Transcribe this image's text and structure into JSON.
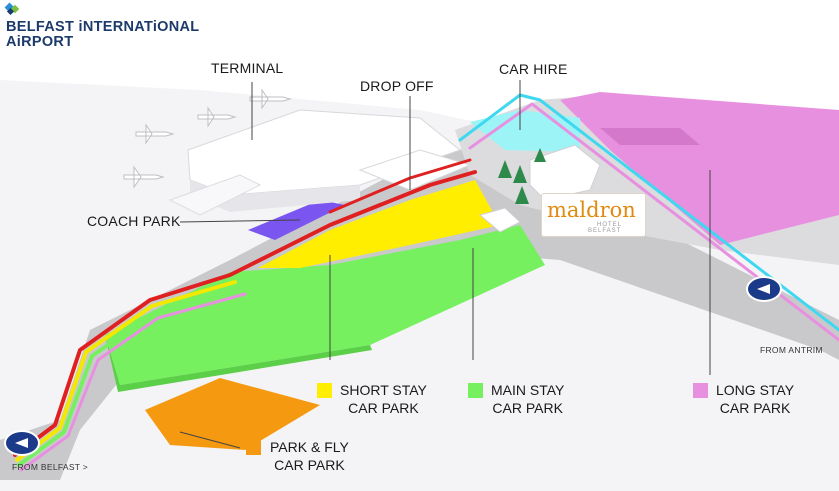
{
  "logo": {
    "line1": "BELFAST iNTERNATiONAL",
    "line2": "AiRPORT"
  },
  "labels": {
    "terminal": "TERMINAL",
    "drop_off": "DROP OFF",
    "car_hire": "CAR HIRE",
    "coach_park": "COACH PARK",
    "from_antrim": "FROM ANTRIM",
    "from_belfast": "FROM BELFAST >"
  },
  "hotel": {
    "name": "maldron",
    "sub1": "HOTEL",
    "sub2": "BELFAST"
  },
  "legend": [
    {
      "line1": "SHORT STAY",
      "line2": "CAR PARK",
      "color": "#ffee00"
    },
    {
      "line1": "MAIN STAY",
      "line2": "CAR PARK",
      "color": "#77f060"
    },
    {
      "line1": "LONG STAY",
      "line2": "CAR PARK",
      "color": "#e890e0"
    },
    {
      "line1": "PARK & FLY",
      "line2": "CAR PARK",
      "color": "#f59a10"
    }
  ],
  "colors": {
    "short_stay": "#ffee00",
    "main_stay": "#77f060",
    "long_stay": "#e890e0",
    "park_fly": "#f59a10",
    "car_hire": "#9cf4f6",
    "coach_park": "#7a55f0",
    "route_red": "#e02020",
    "route_yellow": "#f3e800",
    "route_cyan": "#40d8f0",
    "nav_badge": "#1c3a8a"
  }
}
